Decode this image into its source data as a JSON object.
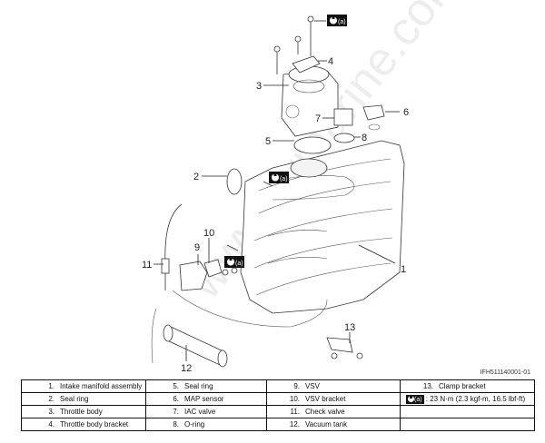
{
  "figure": {
    "id": "IFH511140001-01",
    "torque_label": "(a)",
    "callouts": [
      "1",
      "2",
      "3",
      "4",
      "5",
      "6",
      "7",
      "8",
      "9",
      "10",
      "11",
      "12",
      "13"
    ]
  },
  "legend": {
    "rows": [
      [
        {
          "num": "1.",
          "label": "Intake manifold assembly"
        },
        {
          "num": "5.",
          "label": "Seal ring"
        },
        {
          "num": "9.",
          "label": "VSV"
        },
        {
          "num": "13.",
          "label": "Clamp bracket"
        }
      ],
      [
        {
          "num": "2.",
          "label": "Seal ring"
        },
        {
          "num": "6.",
          "label": "MAP sensor"
        },
        {
          "num": "10.",
          "label": "VSV bracket"
        },
        {
          "num": "(a)",
          "label": "23 N·m (2.3 kgf-m, 16.5 lbf-ft)",
          "torque": true
        }
      ],
      [
        {
          "num": "3.",
          "label": "Throttle body"
        },
        {
          "num": "7.",
          "label": "IAC valve"
        },
        {
          "num": "11.",
          "label": "Check valve"
        },
        {
          "num": "",
          "label": ""
        }
      ],
      [
        {
          "num": "4.",
          "label": "Throttle body bracket"
        },
        {
          "num": "8.",
          "label": "O-ring"
        },
        {
          "num": "12.",
          "label": "Vacuum tank"
        },
        {
          "num": "",
          "label": ""
        }
      ]
    ]
  },
  "watermark": "www.eymarine.com"
}
